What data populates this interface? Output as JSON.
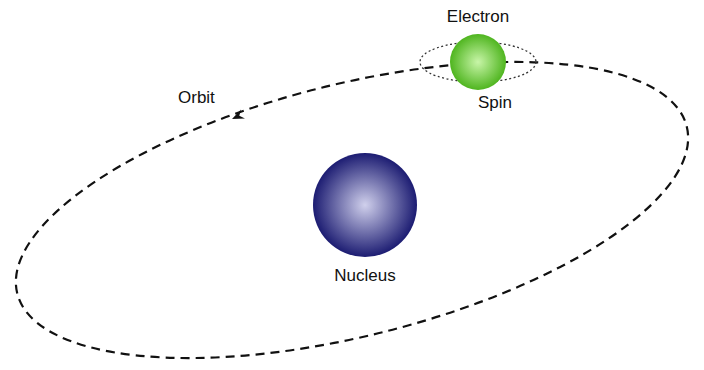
{
  "diagram": {
    "nodes": [
      {
        "text": [
          "Electron"
        ]
      },
      {
        "text": [
          "Nucleus"
        ]
      }
    ],
    "labels": [
      "Orbit",
      "Spin"
    ]
  }
}
